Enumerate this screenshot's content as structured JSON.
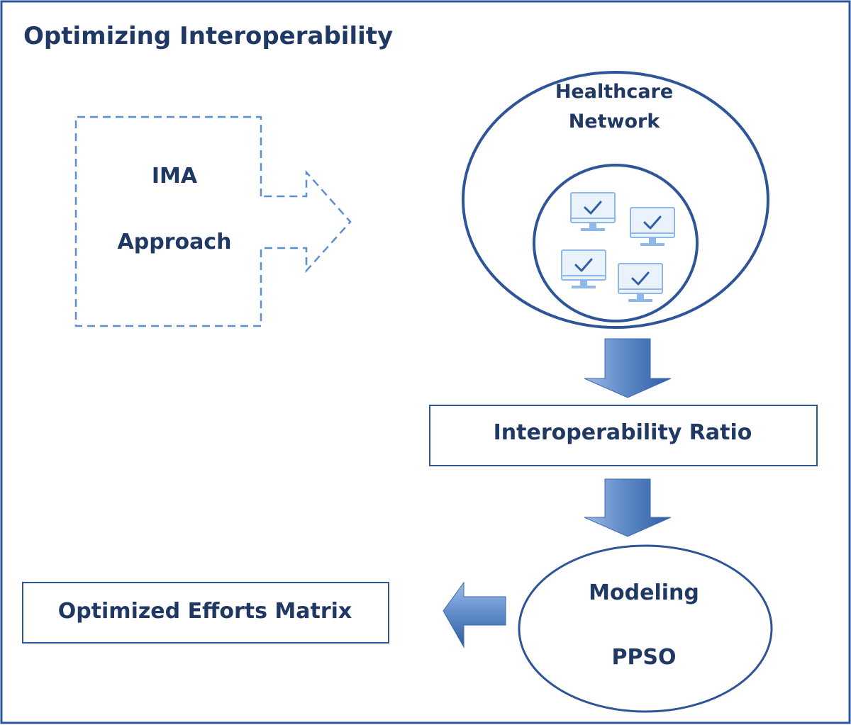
{
  "title": "Optimizing Interoperability",
  "ima_box": {
    "line1": "IMA",
    "line2": "Approach"
  },
  "network": {
    "label_line1": "Healthcare",
    "label_line2": "Network",
    "monitor_icon": "monitor-check-icon",
    "monitor_count": 4
  },
  "ratio_box": {
    "label": "Interoperability Ratio"
  },
  "modeling": {
    "line1": "Modeling",
    "line2": "PPSO"
  },
  "output_box": {
    "label": "Optimized Efforts Matrix"
  },
  "colors": {
    "frame": "#2e5597",
    "dark_text": "#1f3864",
    "dashed": "#5b8fd0",
    "monitor": "#8fb8e8",
    "check": "#2e5fa8",
    "arrow_light": "#a9c4e8",
    "arrow_dark": "#3b69ad"
  }
}
